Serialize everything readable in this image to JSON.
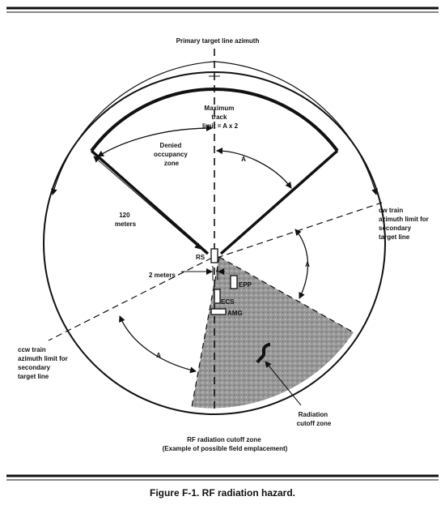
{
  "diagram": {
    "primary_label": "Primary target line  azimuth",
    "max_track": [
      "Maximum",
      "track",
      "limit = A x 2"
    ],
    "denied_zone": [
      "Denied",
      "occupancy",
      "zone"
    ],
    "angle_symbol": "A",
    "distance_label": [
      "120",
      "meters"
    ],
    "rs_label": "RS",
    "two_meters_label": "2 meters",
    "epp_label": "EPP",
    "ecs_label": "ECS",
    "amg_label": "AMG",
    "cw_label": [
      "cw train",
      "azimuth limit for",
      "secondary",
      "target line"
    ],
    "ccw_label": [
      "ccw train",
      "azimuth limit for",
      "secondary",
      "target line"
    ],
    "radiation_zone_label": [
      "Radiation",
      "cutoff zone"
    ],
    "bottom_caption": [
      "RF radiation cutoff zone",
      "(Example of possible field emplacement)"
    ]
  },
  "figure": {
    "caption": "Figure F-1.  RF radiation hazard."
  },
  "colors": {
    "ink": "#111111",
    "zone_fill": "#8a8a8a"
  }
}
